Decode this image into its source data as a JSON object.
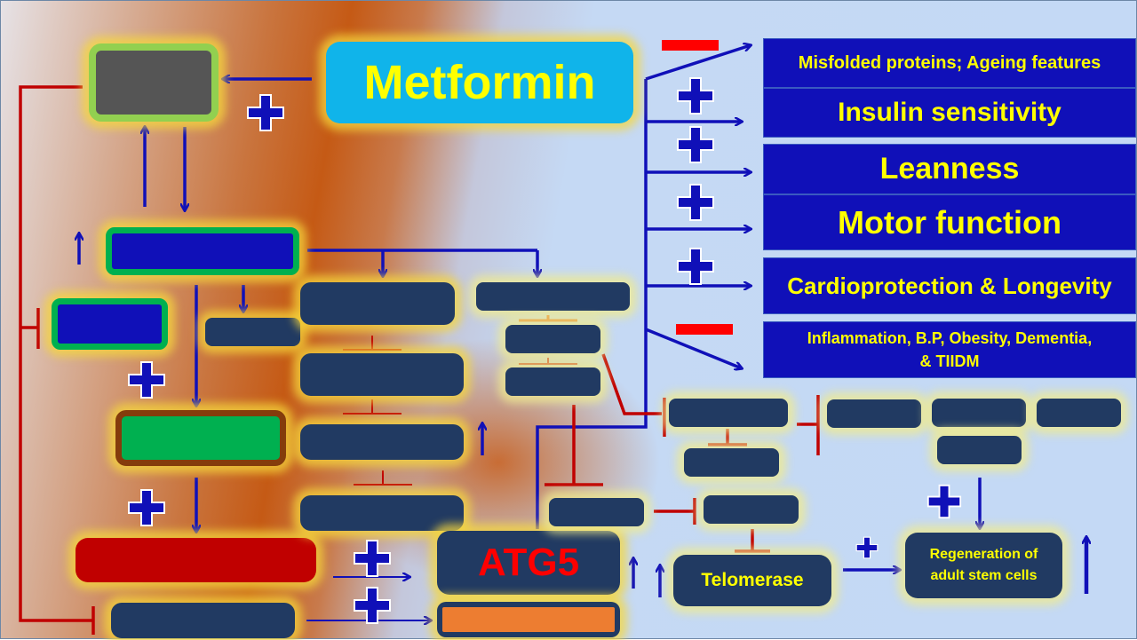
{
  "diagram": {
    "drug": {
      "label": "Metformin"
    },
    "hub": {
      "label": "ATG5"
    },
    "telomerase": {
      "label": "Telomerase"
    },
    "regeneration": {
      "label": "Regeneration of adult stem cells"
    },
    "effects": [
      {
        "label": "Misfolded proteins; Ageing features",
        "sign": "minus"
      },
      {
        "label": "Insulin sensitivity",
        "sign": "plus"
      },
      {
        "label": "Leanness",
        "sign": "plus"
      },
      {
        "label": "Motor function",
        "sign": "plus"
      },
      {
        "label": "Cardioprotection & Longevity",
        "sign": "plus"
      },
      {
        "label": "Inflammation, B.P, Obesity,  Dementia, & TIIDM",
        "sign": "minus"
      }
    ],
    "unlabeled_nodes_note": "",
    "colors": {
      "activation": "#1010b8",
      "inhibition": "#c00000",
      "node_fill": "#213a62",
      "label_text": "#ffff00",
      "metformin_fill": "#10b4ea",
      "hub_text": "#ff0000"
    }
  }
}
